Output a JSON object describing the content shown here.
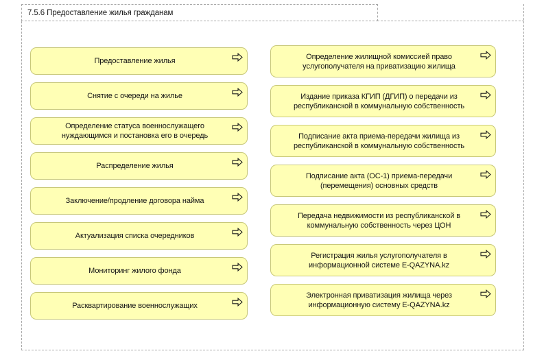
{
  "group": {
    "title": "7.5.6 Предоставление жилья гражданам",
    "frame_style": "dashed",
    "frame_color": "#a8a8a8"
  },
  "style": {
    "box_fill": "#ffffb5",
    "box_border": "#c8c878",
    "text_color": "#161616",
    "icon_name": "business-process-arrow-icon"
  },
  "columns": [
    {
      "name": "left",
      "items": [
        {
          "label": "Предоставление жилья",
          "icon": "business-process-arrow-icon"
        },
        {
          "label": "Снятие с очереди на жилье",
          "icon": "business-process-arrow-icon"
        },
        {
          "label": "Определение статуса военнослужащего нуждающимся и постановка его в очередь",
          "icon": "business-process-arrow-icon"
        },
        {
          "label": "Распределение жилья",
          "icon": "business-process-arrow-icon"
        },
        {
          "label": "Заключение/продление договора найма",
          "icon": "business-process-arrow-icon"
        },
        {
          "label": "Актуализация списка очередников",
          "icon": "business-process-arrow-icon"
        },
        {
          "label": "Мониторинг жилого фонда",
          "icon": "business-process-arrow-icon"
        },
        {
          "label": "Расквартирование военнослужащих",
          "icon": "business-process-arrow-icon"
        }
      ]
    },
    {
      "name": "right",
      "items": [
        {
          "label": "Определение жилищной комиссией право услугополучателя на приватизацию жилища",
          "icon": "business-process-arrow-icon"
        },
        {
          "label": "Издание приказа КГИП (ДГИП) о передачи из республиканской в коммунальную собственность",
          "icon": "business-process-arrow-icon"
        },
        {
          "label": "Подписание акта приема-передачи жилища из республиканской в коммунальную собственность",
          "icon": "business-process-arrow-icon"
        },
        {
          "label": "Подписание акта (ОС-1) приема-передачи (перемещения) основных средств",
          "icon": "business-process-arrow-icon"
        },
        {
          "label": "Передача недвижимости из республиканской в коммунальную собственность через ЦОН",
          "icon": "business-process-arrow-icon"
        },
        {
          "label": "Регистрация жилья услугополучателя в информационной системе E-QAZYNA.kz",
          "icon": "business-process-arrow-icon"
        },
        {
          "label": "Электронная приватизация жилища через информационную систему E-QAZYNA.kz",
          "icon": "business-process-arrow-icon"
        }
      ]
    }
  ]
}
